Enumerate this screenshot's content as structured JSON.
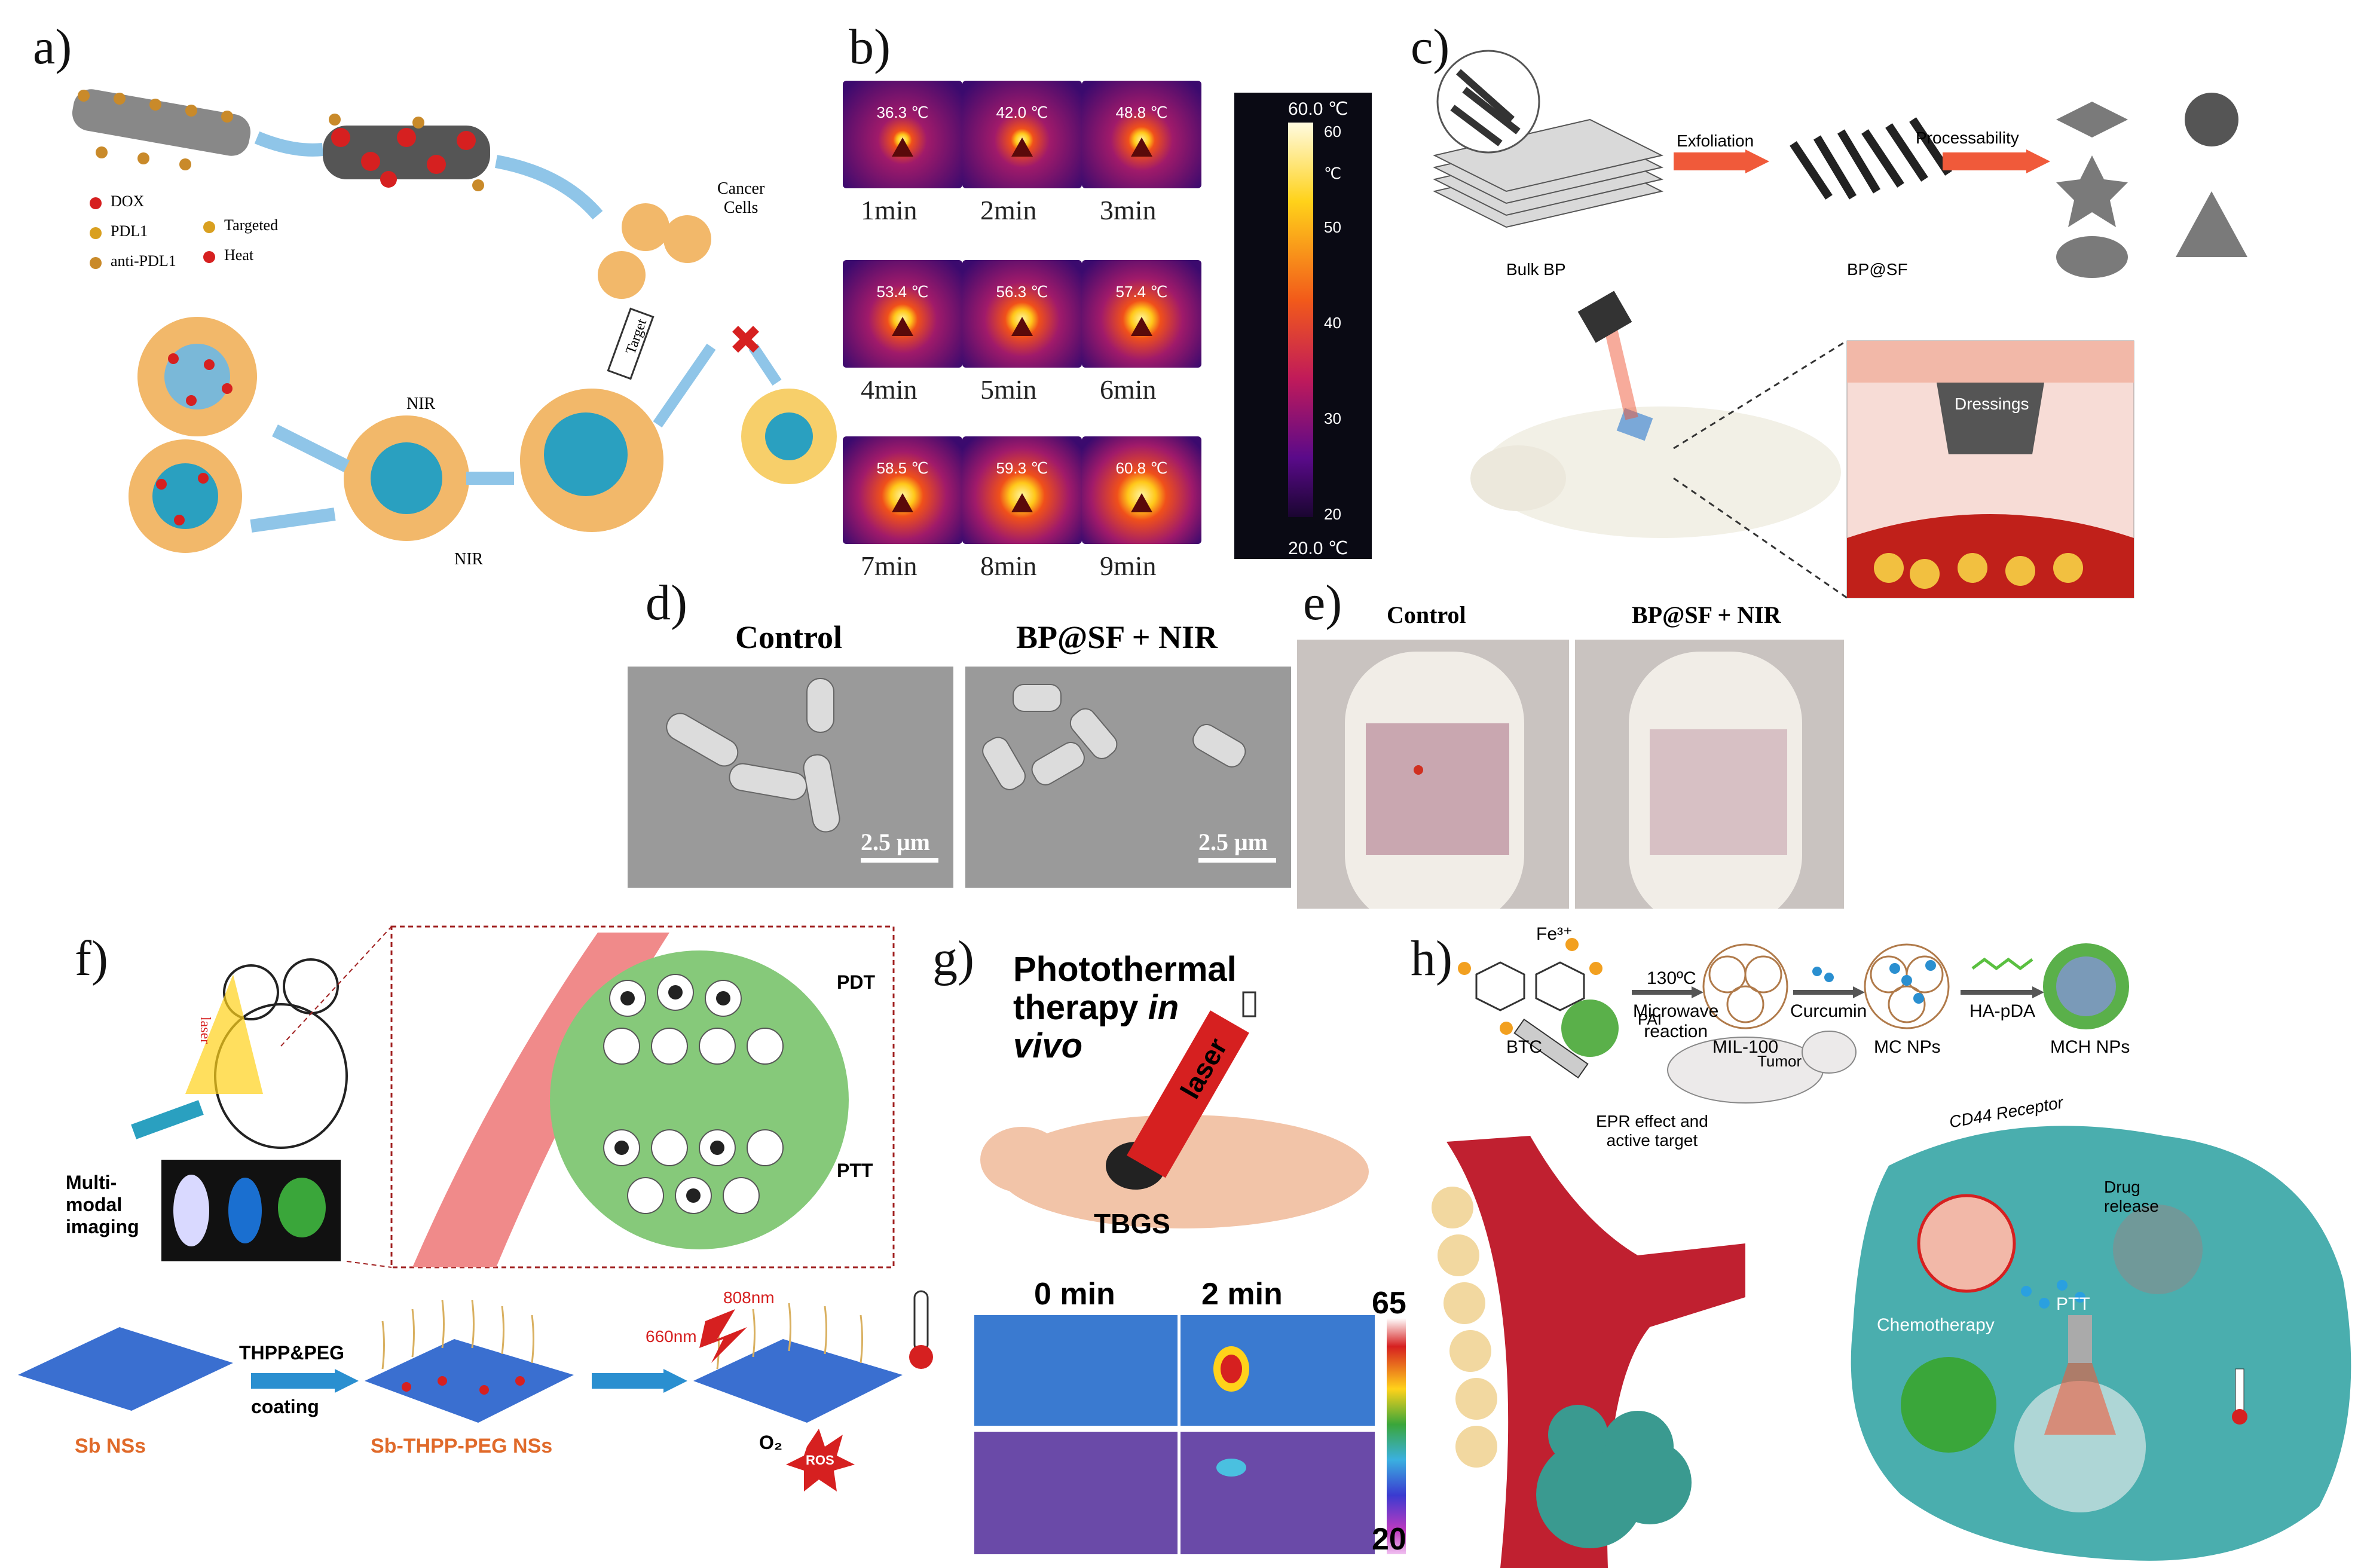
{
  "panels": {
    "a": {
      "label": "a)",
      "legend": [
        "DOX",
        "PDL1",
        "anti-PDL1",
        "Targeted",
        "Heat"
      ],
      "cancer_cells": "Cancer\nCells",
      "target": "Target",
      "nir1": "NIR",
      "nir2": "NIR"
    },
    "b": {
      "label": "b)",
      "frames": [
        {
          "temp": "36.3 ℃",
          "time": "1min"
        },
        {
          "temp": "42.0 ℃",
          "time": "2min"
        },
        {
          "temp": "48.8 ℃",
          "time": "3min"
        },
        {
          "temp": "53.4 ℃",
          "time": "4min"
        },
        {
          "temp": "56.3 ℃",
          "time": "5min"
        },
        {
          "temp": "57.4 ℃",
          "time": "6min"
        },
        {
          "temp": "58.5 ℃",
          "time": "7min"
        },
        {
          "temp": "59.3 ℃",
          "time": "8min"
        },
        {
          "temp": "60.8 ℃",
          "time": "9min"
        }
      ],
      "scale_top": "60.0 ℃",
      "scale_bottom": "20.0 ℃",
      "scale_ticks": [
        "60",
        "50",
        "40",
        "30",
        "20"
      ],
      "scale_unit": "℃"
    },
    "c": {
      "label": "c)",
      "bulk": "Bulk BP",
      "exfoliation": "Exfoliation",
      "bpsf": "BP@SF",
      "processability": "Processability",
      "dressings": "Dressings"
    },
    "d": {
      "label": "d)",
      "control": "Control",
      "treated": "BP@SF + NIR",
      "scale1": "2.5 μm",
      "scale2": "2.5 μm"
    },
    "e": {
      "label": "e)",
      "control": "Control",
      "treated": "BP@SF + NIR"
    },
    "f": {
      "label": "f)",
      "laser": "laser",
      "imaging": "Multi-\nmodal\nimaging",
      "pdt": "PDT",
      "ptt": "PTT",
      "thpp": "THPP&PEG",
      "coating": "coating",
      "nm808": "808nm",
      "nm660": "660nm",
      "o2": "O₂",
      "ros": "ROS",
      "sb": "Sb NSs",
      "sbthpp": "Sb-THPP-PEG NSs"
    },
    "g": {
      "label": "g)",
      "title_line1": "Photothermal",
      "title_line2": "therapy ",
      "title_italic": "in",
      "title_line3": "vivo",
      "laser": "laser",
      "tbgs": "TBGS",
      "t0": "0 min",
      "t2": "2 min",
      "scale_max": "65",
      "scale_min": "20"
    },
    "h": {
      "label": "h)",
      "fe": "Fe³⁺",
      "btc": "BTC",
      "temp": "130ºC",
      "microwave": "Microwave\nreaction",
      "mil": "MIL-100",
      "curcumin": "Curcumin",
      "mc": "MC NPs",
      "hapda": "HA-pDA",
      "mch": "MCH NPs",
      "pai": "PAI",
      "tumor": "Tumor",
      "epr": "EPR effect and\nactive target",
      "cd44": "CD44 Receptor",
      "drug": "Drug\nrelease",
      "chemo": "Chemotherapy",
      "ptt": "PTT"
    }
  },
  "colors": {
    "thermal_hot": "#ffd21a",
    "thermal_mid": "#e0301a",
    "thermal_cold": "#3b0a6e",
    "vessel": "#f08a8a",
    "tumor_green": "#86c97a",
    "cell_blue": "#3aa6c9",
    "arrow_blue": "#2a8fd0",
    "arrow_red": "#f05a3a"
  }
}
